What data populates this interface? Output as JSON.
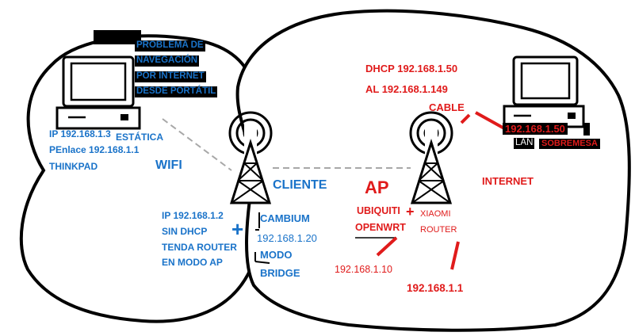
{
  "left_zone": {
    "problem_lines": [
      "PROBLEMA DE",
      "NAVEGACIÓN",
      "POR INTERNET",
      "DESDE PORTÁTIL"
    ],
    "laptop_ip": "IP 192.168.1.3",
    "estatica": "ESTÁTICA",
    "penlace": "PEnlace 192.168.1.1",
    "model": "THINKPAD",
    "wifi": "WIFI"
  },
  "client": {
    "label": "CLIENTE",
    "cfg_ip": "IP 192.168.1.2",
    "cfg_dhcp": "SIN DHCP",
    "cfg_tenda": "TENDA ROUTER",
    "cfg_mode": "EN MODO AP",
    "plus": "+",
    "cambium": "CAMBIUM",
    "cambium_ip": "192.168.1.20",
    "modo": "MODO",
    "bridge": "BRIDGE"
  },
  "ap": {
    "label": "AP",
    "ubiquiti": "UBIQUITI",
    "openwrt": "OPENWRT",
    "plus": "+",
    "xiaomi": "XIAOMI",
    "router": "ROUTER",
    "ubiquiti_ip": "192.168.1.10",
    "router_ip": "192.168.1.1"
  },
  "right_zone": {
    "dhcp_line1": "DHCP 192.168.1.50",
    "dhcp_line2": "AL 192.168.1.149",
    "cable": "CABLE",
    "desktop_ip": "192.168.1.50",
    "lan": "LAN",
    "sobremesa": "SOBREMESA",
    "internet": "INTERNET"
  },
  "colors": {
    "blue": "#1a73c9",
    "red": "#e01b1b",
    "outline": "#000000",
    "dash": "#a8a8a8"
  },
  "icons": [
    "computer-icon",
    "antenna-tower-icon"
  ]
}
